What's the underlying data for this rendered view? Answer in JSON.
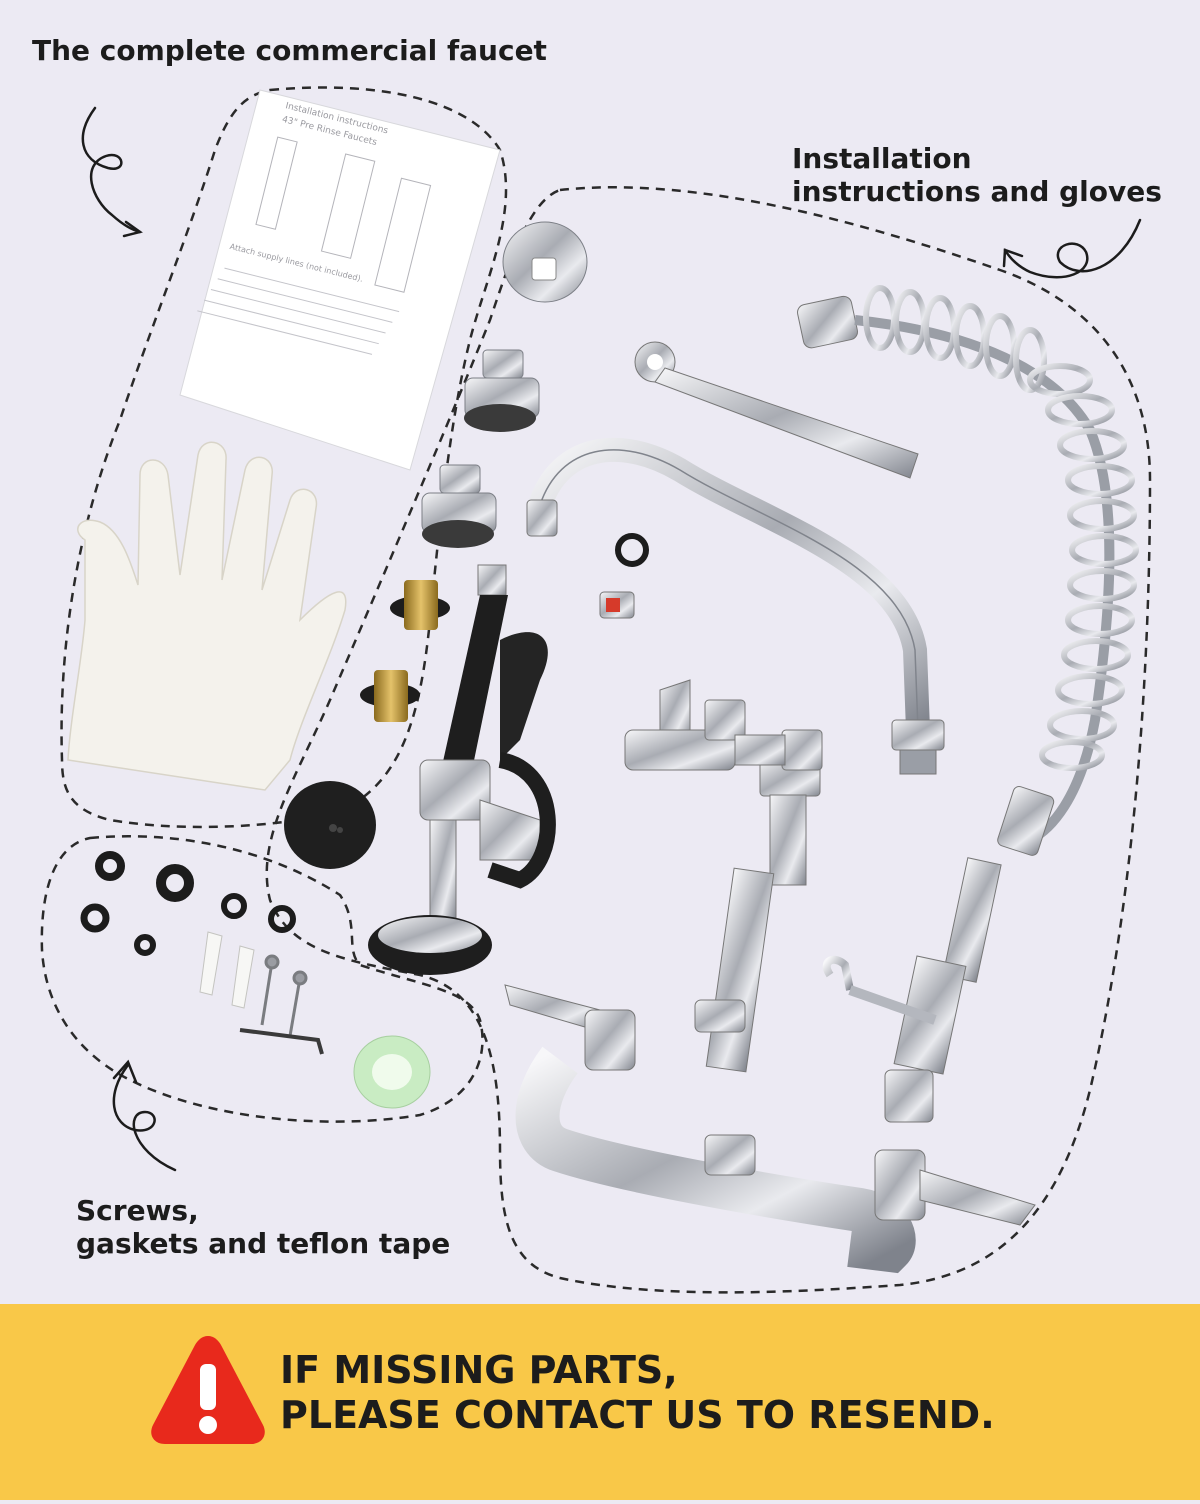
{
  "labels": {
    "faucet": "The complete commercial faucet",
    "install": "Installation\ninstructions and gloves",
    "screws": "Screws,\ngaskets and teflon tape"
  },
  "instruction_sheet": {
    "title": "Installation instructions",
    "subtitle": "43\" Pre Rinse Faucets",
    "section": "Attach supply lines (not included)."
  },
  "banner": {
    "line1": "IF MISSING PARTS,",
    "line2": "PLEASE CONTACT US TO RESEND."
  },
  "colors": {
    "background": "#eceaf3",
    "banner": "#f9c848",
    "warning_red": "#e8291c",
    "text": "#1c1c1c"
  }
}
